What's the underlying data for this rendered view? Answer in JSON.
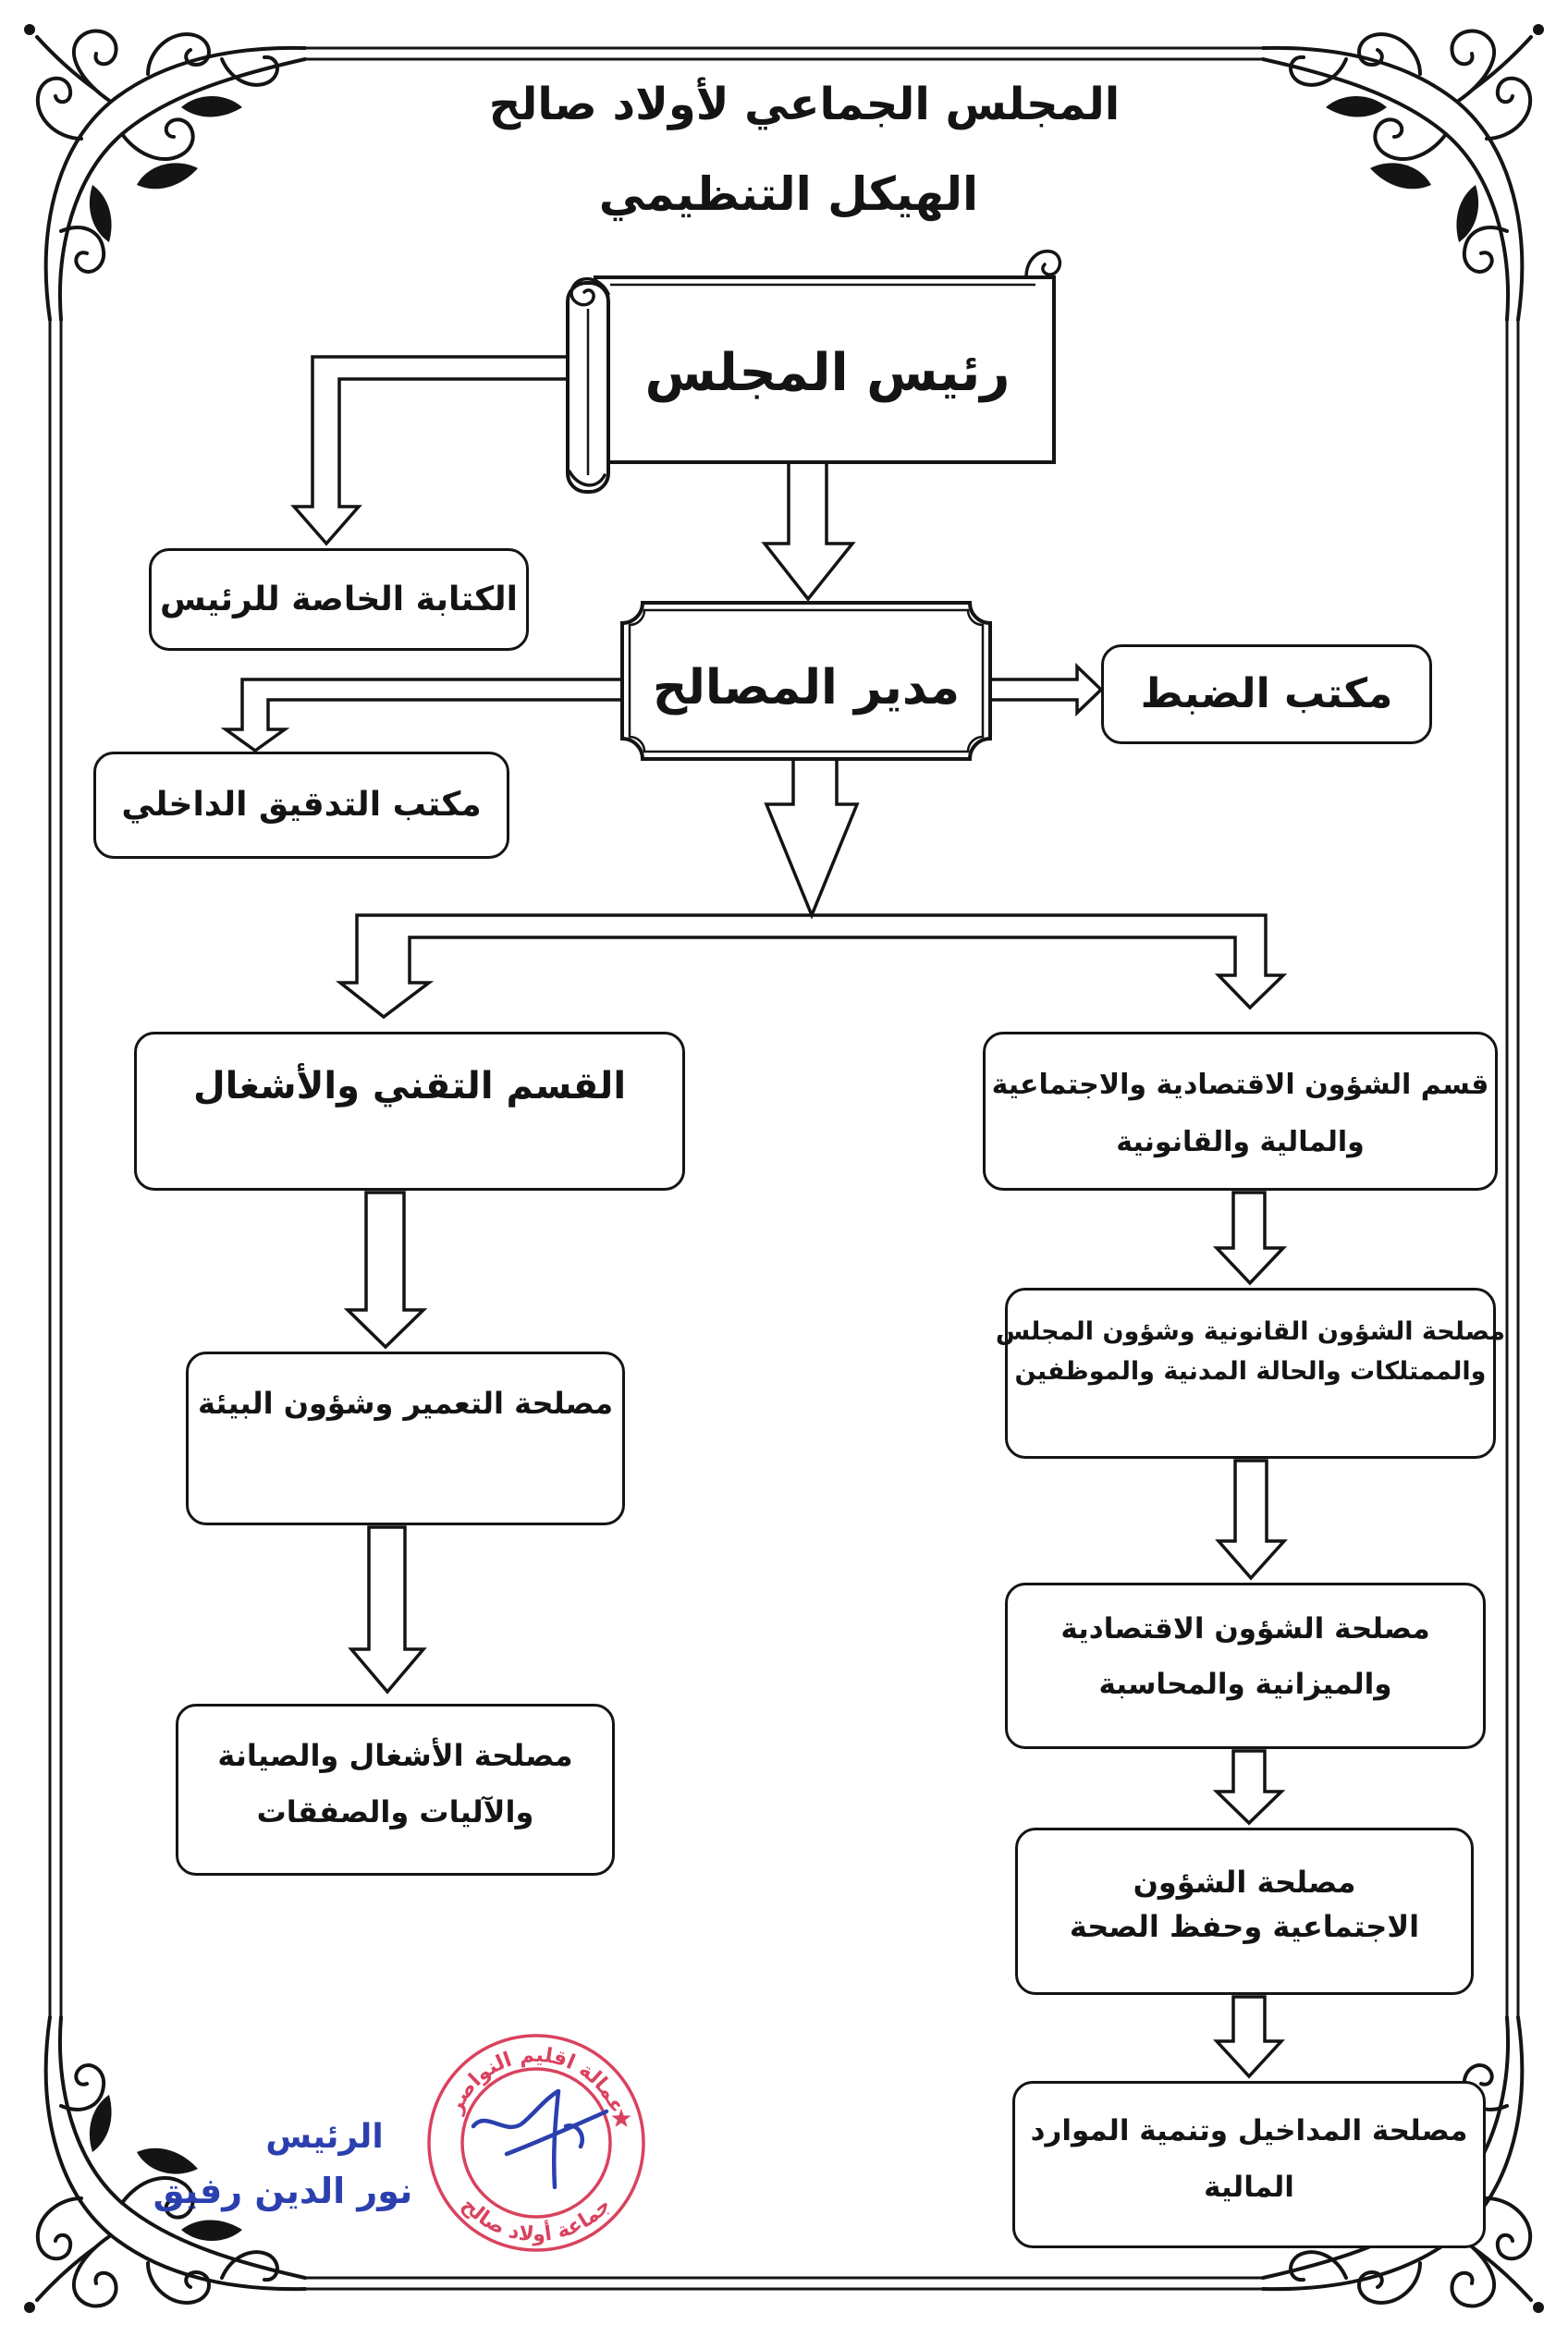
{
  "header": {
    "council_name": "المجلس الجماعي لأولاد صالح",
    "chart_title": "الهيكل التنظيمي"
  },
  "org_chart": {
    "president": "رئيس المجلس",
    "private_secretariat": "الكتابة الخاصة للرئيس",
    "services_director": "مدير المصالح",
    "registry_office": "مكتب الضبط",
    "internal_audit_office": "مكتب التدقيق الداخلي",
    "technical_division": {
      "title": "القسم التقني والأشغال",
      "services": [
        {
          "lines": [
            "مصلحة التعمير وشؤون البيئة"
          ]
        },
        {
          "lines": [
            "مصلحة الأشغال والصيانة",
            "والآليات والصفقات"
          ]
        }
      ]
    },
    "affairs_division": {
      "title_lines": [
        "قسم الشؤون الاقتصادية والاجتماعية",
        "والمالية والقانونية"
      ],
      "services": [
        {
          "lines": [
            "مصلحة الشؤون القانونية وشؤون المجلس",
            "والممتلكات والحالة المدنية والموظفين"
          ]
        },
        {
          "lines": [
            "مصلحة الشؤون الاقتصادية",
            "والميزانية والمحاسبة"
          ]
        },
        {
          "lines": [
            "مصلحة الشؤون",
            "الاجتماعية وحفظ الصحة"
          ]
        },
        {
          "lines": [
            "مصلحة المداخيل وتنمية الموارد",
            "المالية"
          ]
        }
      ]
    }
  },
  "signature": {
    "title": "الرئيس",
    "name": "نور الدين رفيق"
  },
  "stamp": {
    "top_text": "عمالة اقليم النواصر",
    "bottom_text": "جماعة أولاد صالح"
  },
  "colors": {
    "ink": "#141414",
    "paper": "#ffffff",
    "signature_ink": "#2b3fae",
    "stamp_ink": "#d9425e"
  }
}
